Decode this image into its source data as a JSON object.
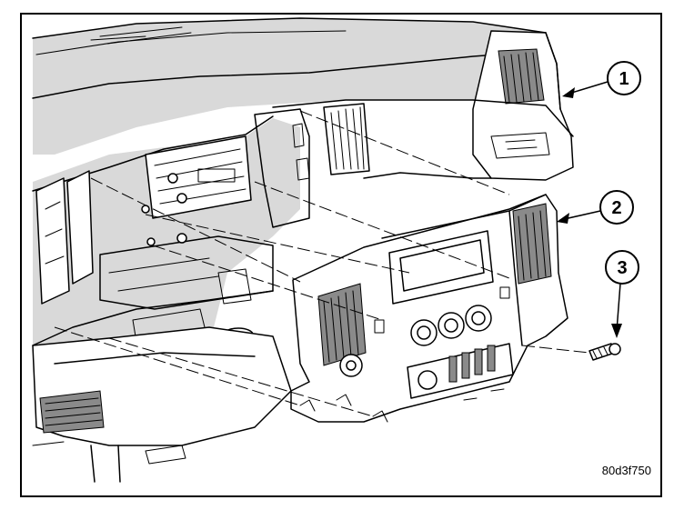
{
  "figure": {
    "code": "80d3f750",
    "callouts": [
      {
        "number": "1"
      },
      {
        "number": "2"
      },
      {
        "number": "3"
      }
    ]
  }
}
